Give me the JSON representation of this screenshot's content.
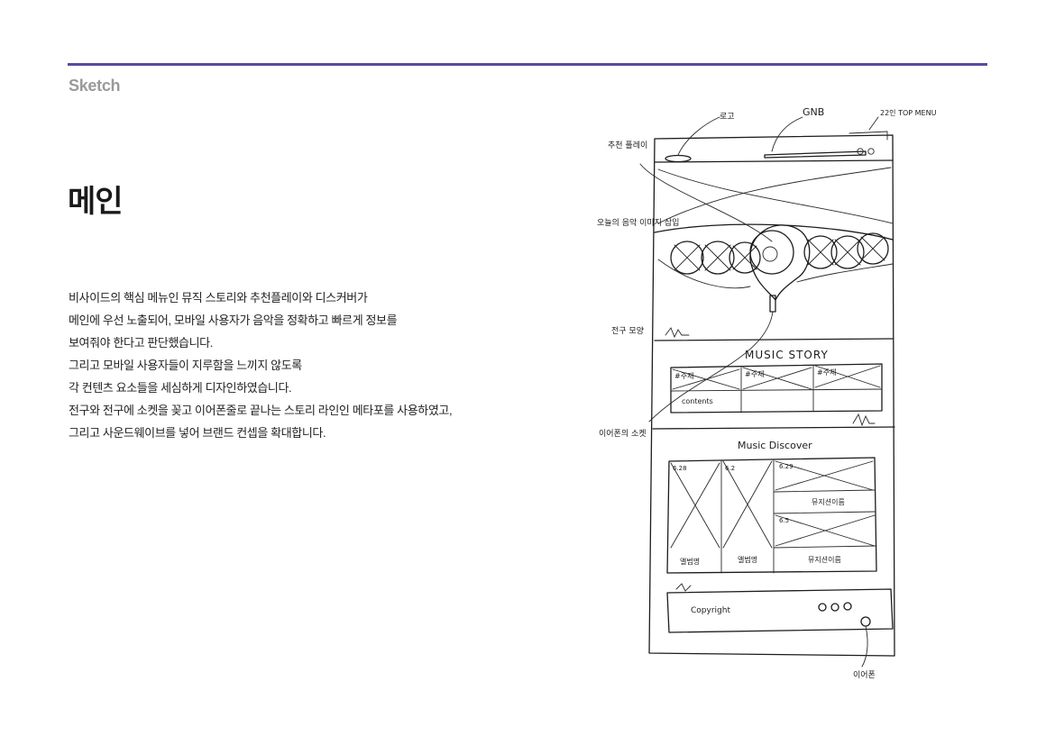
{
  "accent_color": "#5b4a9e",
  "header": {
    "section_label": "Sketch"
  },
  "main": {
    "title": "메인",
    "description_lines": [
      "비사이드의 핵심 메뉴인 뮤직 스토리와 추천플레이와 디스커버가",
      "메인에 우선 노출되어, 모바일 사용자가 음악을 정확하고 빠르게 정보를",
      "보여줘야 한다고 판단했습니다.",
      "그리고 모바일 사용자들이 지루함을 느끼지 않도록",
      "각 컨텐츠 요소들을 세심하게 디자인하였습니다.",
      "전구와 전구에 소켓을 꽂고 이어폰줄로 끝나는 스토리 라인인 메타포를 사용하였고,",
      "그리고 사운드웨이브를 넣어 브랜드 컨셉을 확대합니다."
    ]
  },
  "sketch": {
    "annotations": {
      "logo": "로고",
      "gnb": "GNB",
      "top_menu": "22인 TOP MENU",
      "recommend_play": "추천 플레이",
      "music_images": "오늘의 음악 이미지 삽입",
      "bulb": "전구 모양",
      "earphone_socket": "이어폰의 소켓",
      "earphone": "이어폰"
    },
    "music_story": {
      "title": "MUSIC STORY",
      "card_labels": [
        "#주제",
        "#주제",
        "#주제"
      ],
      "contents_label": "contents"
    },
    "music_discover": {
      "title": "Music Discover",
      "dates": [
        "6.28",
        "6.2",
        "6.29",
        "6.5"
      ],
      "bottom_labels": [
        "앨범명",
        "앨범명"
      ],
      "right_labels": [
        "뮤지션이름",
        "뮤지션이름"
      ]
    },
    "footer": {
      "copyright": "Copyright"
    }
  }
}
